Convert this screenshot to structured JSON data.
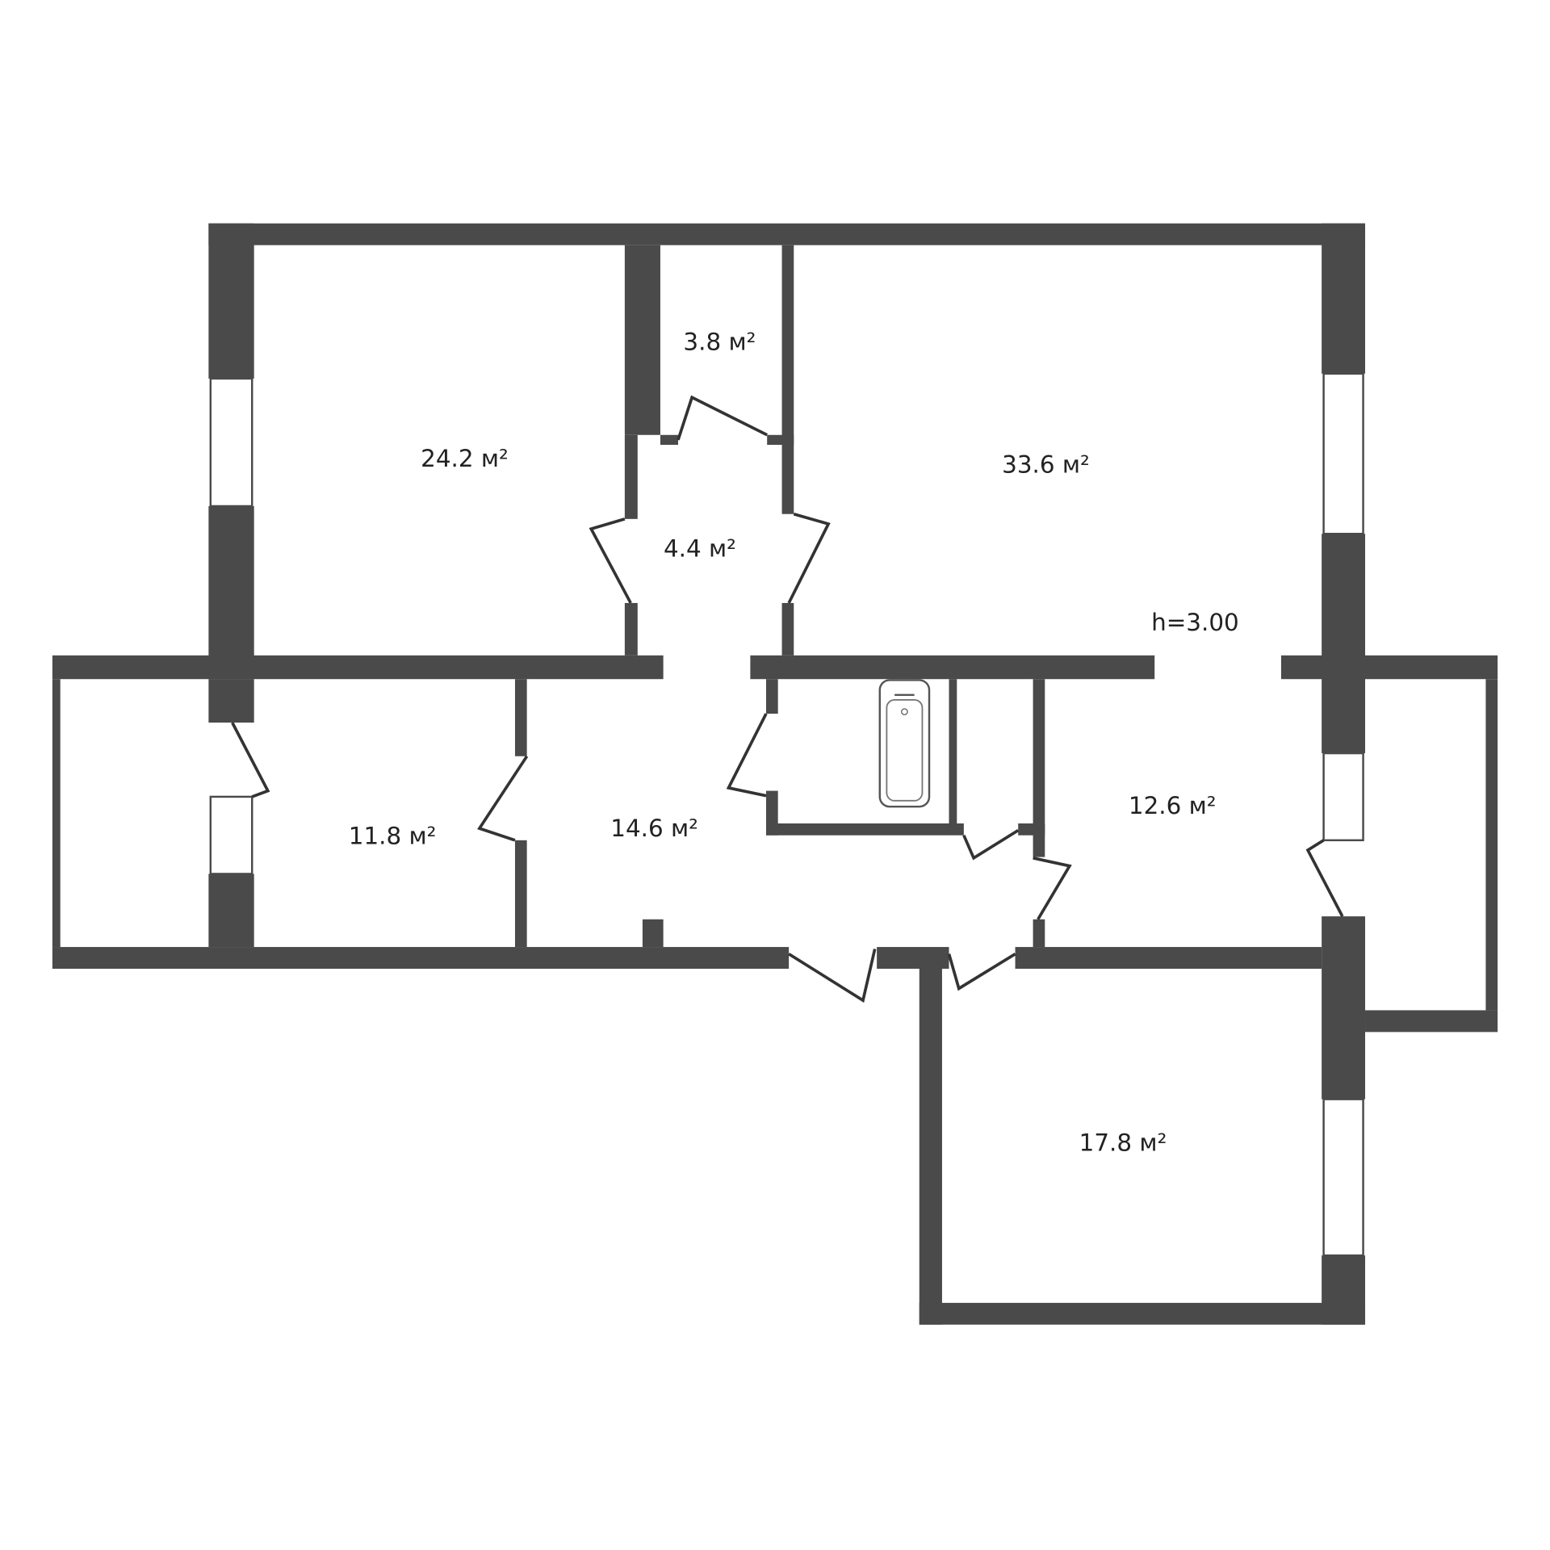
{
  "colors": {
    "wall": "#4a4a4a",
    "background": "#ffffff"
  },
  "rooms": [
    {
      "name": "room-24",
      "area": "24.2 м²"
    },
    {
      "name": "closet",
      "area": "3.8 м²"
    },
    {
      "name": "room-33",
      "area": "33.6 м²"
    },
    {
      "name": "corridor-small",
      "area": "4.4 м²"
    },
    {
      "name": "room-11",
      "area": "11.8 м²"
    },
    {
      "name": "hall",
      "area": "14.6 м²"
    },
    {
      "name": "kitchen",
      "area": "12.6 м²"
    },
    {
      "name": "room-17",
      "area": "17.8 м²"
    }
  ],
  "ceiling_height": "h=3.00"
}
